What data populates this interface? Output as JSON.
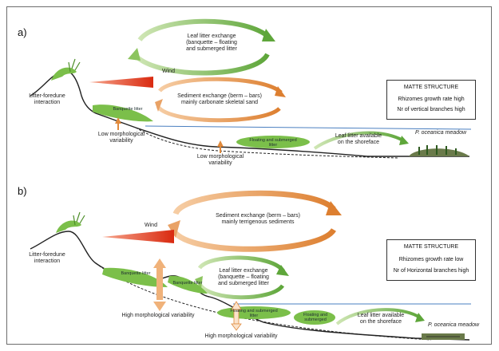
{
  "panel_a": {
    "label": "a)",
    "leaf_exchange": "Leaf litter exchange\n(banquette – floating\nand submerged litter",
    "wind": "Wind",
    "sediment_exchange": "Sediment exchange (berm – bars)\nmainly carbonate skeletal sand",
    "litter_foredune": "Litter-foredune\ninteraction",
    "low_var_1": "Low morphological\nvariability",
    "low_var_2": "Low morphological\nvariability",
    "leaf_available": "Leaf litter available\non the shoreface",
    "meadow": "P. oceanica meadow",
    "floating_litter": "Floating and submerged\nlitter",
    "banquette_blob": "Banquette litter",
    "matte": {
      "title": "MATTE STRUCTURE",
      "line1": "Rhizomes growth rate high",
      "line2": "Nr of vertical branches high"
    }
  },
  "panel_b": {
    "label": "b)",
    "sediment_exchange": "Sediment exchange (berm – bars)\nmainly terrigenous sediments",
    "wind": "Wind",
    "litter_foredune": "Litter-foredune\ninteraction",
    "leaf_exchange": "Leaf litter exchange\n(banquette – floating\nand submerged litter",
    "high_var_1": "High morphological variability",
    "high_var_2": "High morphological variability",
    "leaf_available": "Leaf litter available\non the shoreface",
    "meadow": "P. oceanica meadow",
    "floating_litter_1": "Floating and submerged\nlitter",
    "floating_litter_2": "Floating and\nsubmerged",
    "banquette_blob_1": "Banquette litter",
    "banquette_blob_2": "Banquette litter",
    "matte": {
      "title": "MATTE STRUCTURE",
      "line1": "Rhizomes growth rate low",
      "line2": "Nr of Horizontal branches high"
    }
  },
  "colors": {
    "litter_green": "#7bbf4a",
    "litter_green_dark": "#4e8f2a",
    "sediment_orange": "#e08a3c",
    "wind_red": "#d93a1a",
    "water_blue": "#4a7fc0"
  }
}
